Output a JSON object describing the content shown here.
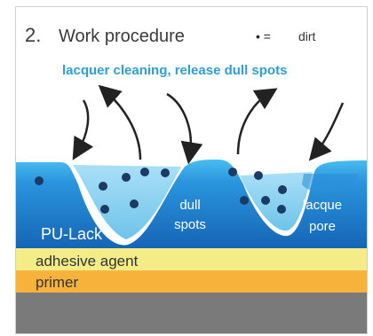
{
  "heading": {
    "number": "2.",
    "title": "Work procedure"
  },
  "legend": {
    "symbol": "• =",
    "label": "dirt"
  },
  "subtitle": "lacquer cleaning, release dull spots",
  "labels": {
    "pu_lack": "PU-Lack",
    "dull_line1": "dull",
    "dull_line2": "spots",
    "lacque": "lacque",
    "pore": "pore"
  },
  "layers": {
    "adhesive": "adhesive agent",
    "primer": "primer"
  },
  "colors": {
    "title": "#3a3a3a",
    "subtitle": "#2e9fd4",
    "lacquer_top": "#3bb3ea",
    "lacquer_mid": "#1f7fcf",
    "lacquer_deep": "#1565b7",
    "pit_fill": "#7ed0f2",
    "adhesive": "#f4ec86",
    "primer": "#f6b23a",
    "substrate": "#7a7a7a",
    "dirt": "#1b3a66",
    "arrow": "#222222"
  }
}
